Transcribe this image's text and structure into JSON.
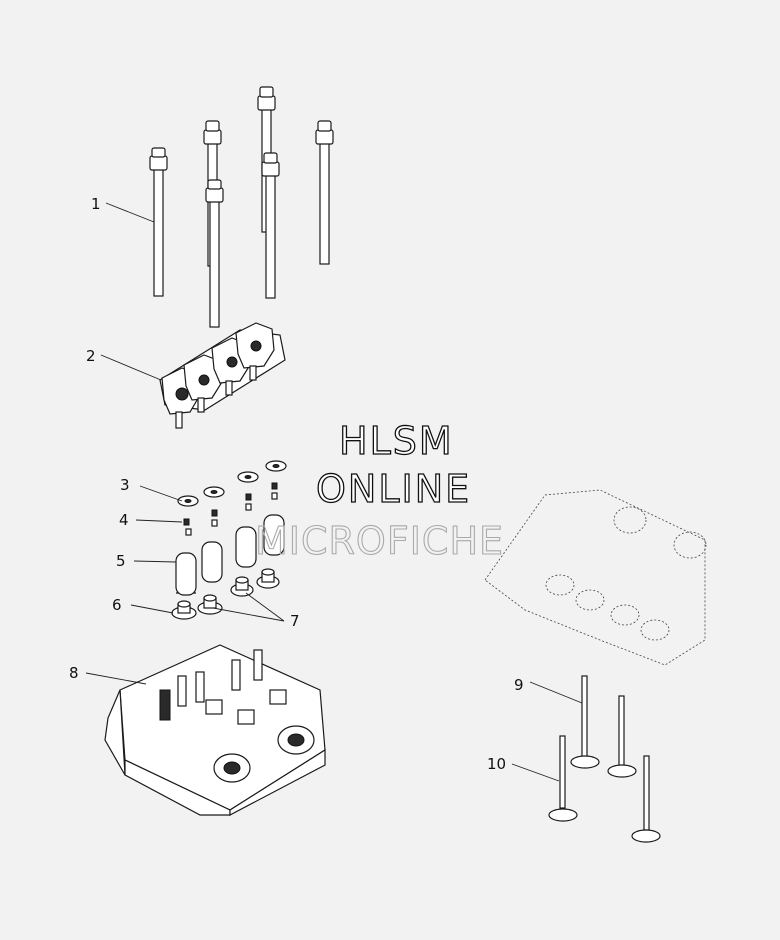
{
  "watermark": {
    "line1": "HLSM",
    "line2": "ONLINE",
    "line3": "MICROFICHE"
  },
  "callouts": [
    {
      "id": "1",
      "label": "1",
      "part": "cylinder-head-bolt"
    },
    {
      "id": "2",
      "label": "2",
      "part": "rocker-arm-assembly"
    },
    {
      "id": "3",
      "label": "3",
      "part": "valve-spring-retainer"
    },
    {
      "id": "4",
      "label": "4",
      "part": "valve-keeper"
    },
    {
      "id": "5",
      "label": "5",
      "part": "valve-spring"
    },
    {
      "id": "6",
      "label": "6",
      "part": "spring-seat"
    },
    {
      "id": "7",
      "label": "7",
      "part": "valve-stem-seal"
    },
    {
      "id": "8",
      "label": "8",
      "part": "cylinder-head"
    },
    {
      "id": "9",
      "label": "9",
      "part": "intake-valve"
    },
    {
      "id": "10",
      "label": "10",
      "part": "exhaust-valve"
    }
  ]
}
